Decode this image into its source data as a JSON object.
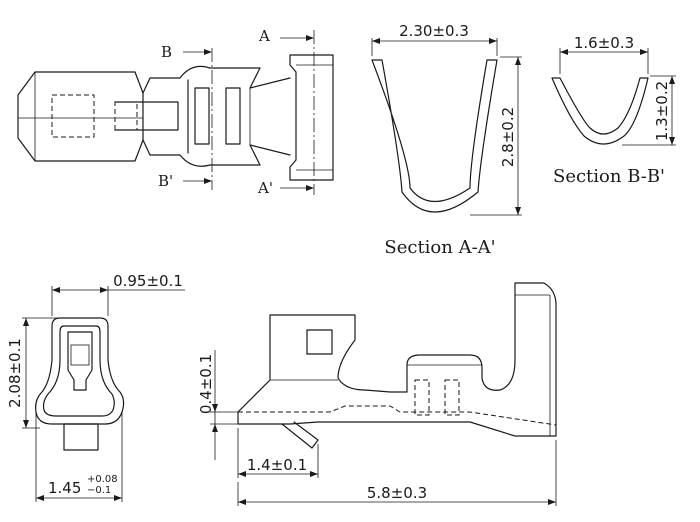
{
  "top_view": {
    "label_a": "A",
    "label_a_prime": "A'",
    "label_b": "B",
    "label_b_prime": "B'"
  },
  "section_aa": {
    "width_dim": "2.30±0.3",
    "height_dim": "2.8±0.2",
    "caption": "Section A-A'"
  },
  "section_bb": {
    "width_dim": "1.6±0.3",
    "height_dim": "1.3±0.2",
    "caption": "Section B-B'"
  },
  "end_view": {
    "width_dim": "0.95±0.1",
    "height_dim": "2.08±0.1",
    "bottom_dim_base": "1.45",
    "bottom_dim_tol_upper": "+0.08",
    "bottom_dim_tol_lower": "−0.1"
  },
  "side_view": {
    "thickness_dim": "0.4±0.1",
    "tab_dim": "1.4±0.1",
    "length_dim": "5.8±0.3"
  }
}
